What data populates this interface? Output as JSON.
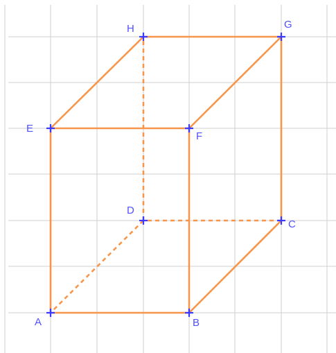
{
  "colors": {
    "edge": "#f7964a",
    "vertex": "#3b3bff",
    "label": "#5050ff",
    "grid": "#cfcfcf"
  },
  "vertices": [
    {
      "name": "A",
      "label": "A"
    },
    {
      "name": "B",
      "label": "B"
    },
    {
      "name": "C",
      "label": "C"
    },
    {
      "name": "D",
      "label": "D"
    },
    {
      "name": "E",
      "label": "E"
    },
    {
      "name": "F",
      "label": "F"
    },
    {
      "name": "G",
      "label": "G"
    },
    {
      "name": "H",
      "label": "H"
    }
  ],
  "edges": [
    {
      "from": "A",
      "to": "B",
      "hidden": false
    },
    {
      "from": "B",
      "to": "C",
      "hidden": false
    },
    {
      "from": "C",
      "to": "D",
      "hidden": true
    },
    {
      "from": "D",
      "to": "A",
      "hidden": true
    },
    {
      "from": "E",
      "to": "F",
      "hidden": false
    },
    {
      "from": "F",
      "to": "G",
      "hidden": false
    },
    {
      "from": "G",
      "to": "H",
      "hidden": false
    },
    {
      "from": "H",
      "to": "E",
      "hidden": false
    },
    {
      "from": "A",
      "to": "E",
      "hidden": false
    },
    {
      "from": "B",
      "to": "F",
      "hidden": false
    },
    {
      "from": "C",
      "to": "G",
      "hidden": false
    },
    {
      "from": "D",
      "to": "H",
      "hidden": true
    }
  ]
}
